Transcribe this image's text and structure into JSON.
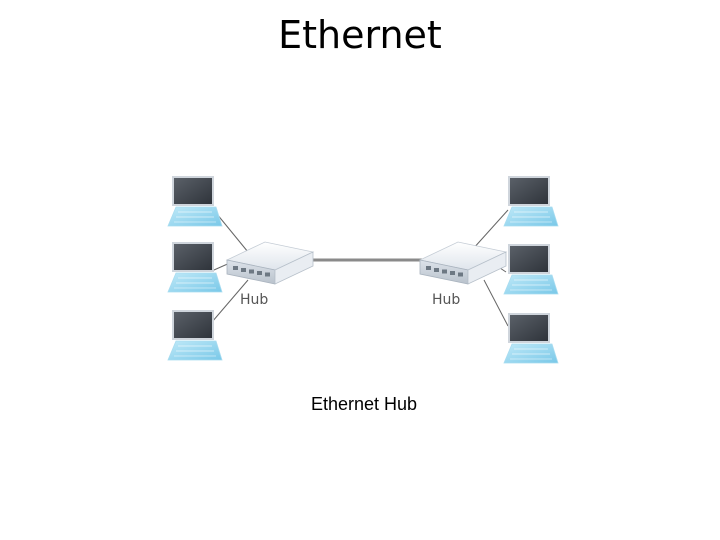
{
  "slide": {
    "title": "Ethernet",
    "caption": "Ethernet Hub"
  },
  "diagram": {
    "hubs": [
      {
        "label": "Hub"
      },
      {
        "label": "Hub"
      }
    ],
    "left_computers": 3,
    "right_computers": 3,
    "icons": [
      "laptop-icon",
      "hub-icon"
    ],
    "colors": {
      "screen_dark": "#3b4048",
      "keyboard_blue": "#8fd3ee",
      "cable": "#666666",
      "hub_body": "#eef1f5"
    }
  }
}
